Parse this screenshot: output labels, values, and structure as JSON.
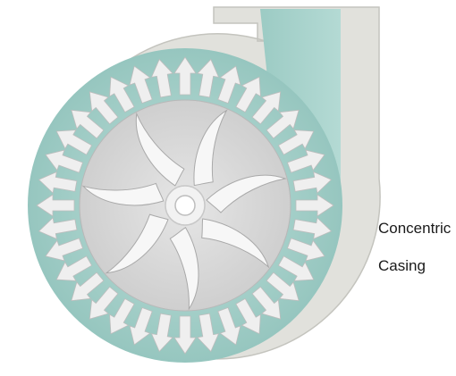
{
  "caption": {
    "line1": "Concentric",
    "line2": "Casing"
  },
  "colors": {
    "casing_wall": "#e1e1dc",
    "casing_wall_edge": "#c9c9c3",
    "fluid": "#a9d2cc",
    "fluid_dark": "#8cbdb7",
    "flow_arrow": "#efefef",
    "impeller": "#dcdcdc",
    "vane": "#f7f7f7",
    "hub": "#ffffff"
  },
  "diagram": {
    "flow_arrow_count": 36,
    "impeller_vane_count": 7,
    "parts": [
      "casing",
      "discharge-nozzle",
      "volute-fluid",
      "impeller",
      "impeller-vanes",
      "hub",
      "radial-flow-arrows"
    ]
  }
}
